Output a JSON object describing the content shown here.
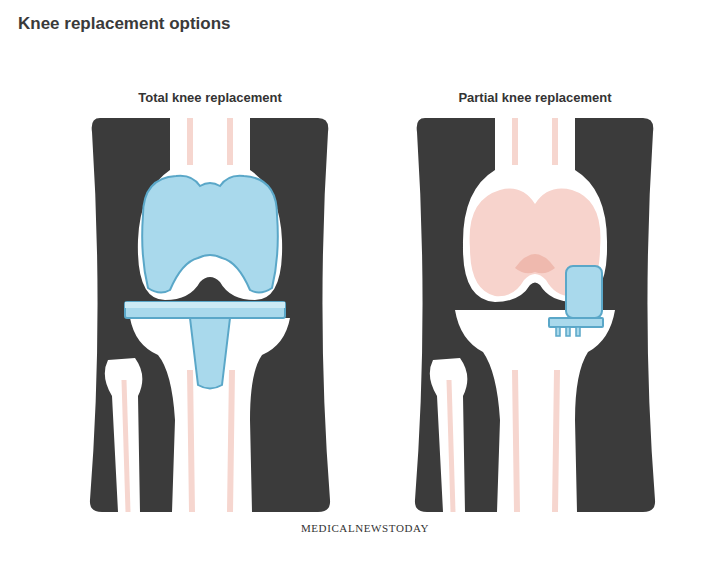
{
  "diagram": {
    "title": "Knee replacement options",
    "labels": [
      "Total knee replacement",
      "Partial knee replacement",
      "MEDICALNEWSTODAY"
    ]
  }
}
